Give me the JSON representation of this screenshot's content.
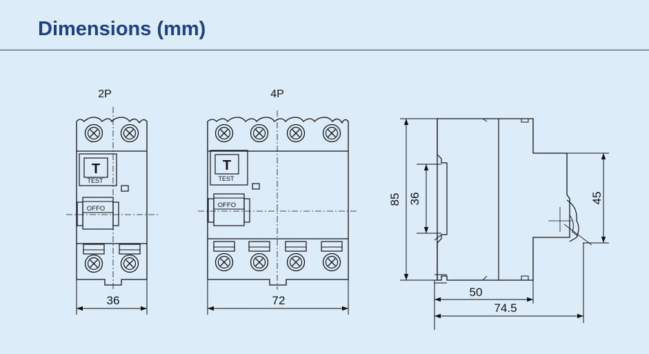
{
  "header": {
    "title": "Dimensions (mm)"
  },
  "views": {
    "two_pole": {
      "label": "2P",
      "test_button_glyph": "T",
      "test_label": "TEST",
      "switch_label": "OFFO",
      "width_dimension": "36"
    },
    "four_pole": {
      "label": "4P",
      "test_button_glyph": "T",
      "test_label": "TEST",
      "switch_label": "OFFO",
      "width_dimension": "72"
    },
    "side": {
      "height_dimension": "85",
      "rail_height_dimension": "36",
      "front_height_dimension": "45",
      "depth_to_rail_dimension": "50",
      "overall_depth_dimension": "74.5"
    }
  },
  "colors": {
    "background": "#dcecf9",
    "title": "#1c3f8f",
    "line": "#111111"
  }
}
